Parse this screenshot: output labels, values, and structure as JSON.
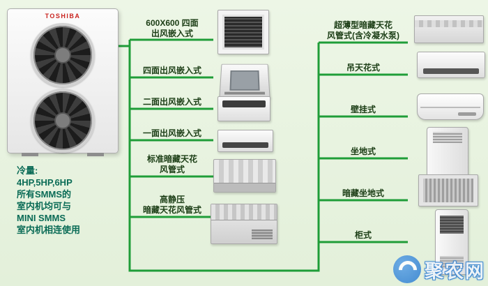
{
  "colors": {
    "background": "#e8f3e3",
    "line": "#1f9d38",
    "label_text": "#1b3d15",
    "note_text": "#0a6b56",
    "brand_red": "#c9241f",
    "watermark_blue": "#2f7fd0"
  },
  "outdoor_unit": {
    "brand": "TOSHIBA",
    "note": "冷量:\n4HP,5HP,6HP\n所有SMMS的\n室内机均可与\nMINI SMMS\n室内机相连使用",
    "icon": "outdoor-unit-fans"
  },
  "middle_branches": [
    {
      "label": "600X600 四面\n出风嵌入式",
      "icon": "cassette-600-image"
    },
    {
      "label": "四面出风嵌入式",
      "icon": "cassette-4way-image"
    },
    {
      "label": "二面出风嵌入式",
      "icon": "cassette-2way-image"
    },
    {
      "label": "一面出风嵌入式",
      "icon": "cassette-1way-image"
    },
    {
      "label": "标准暗藏天花\n风管式",
      "icon": "standard-duct-image"
    },
    {
      "label": "高静压\n暗藏天花风管式",
      "icon": "high-static-duct-image"
    }
  ],
  "right_branches": [
    {
      "label": "超薄型暗藏天花\n风管式(含冷凝水泵)",
      "icon": "slim-duct-image"
    },
    {
      "label": "吊天花式",
      "icon": "ceiling-suspended-image"
    },
    {
      "label": "壁挂式",
      "icon": "wall-mounted-image"
    },
    {
      "label": "坐地式",
      "icon": "floor-standing-image"
    },
    {
      "label": "暗藏坐地式",
      "icon": "concealed-floor-image"
    },
    {
      "label": "柜式",
      "icon": "cabinet-image"
    }
  ],
  "watermark": {
    "site_name": "聚农网",
    "icon": "junong-logo"
  }
}
